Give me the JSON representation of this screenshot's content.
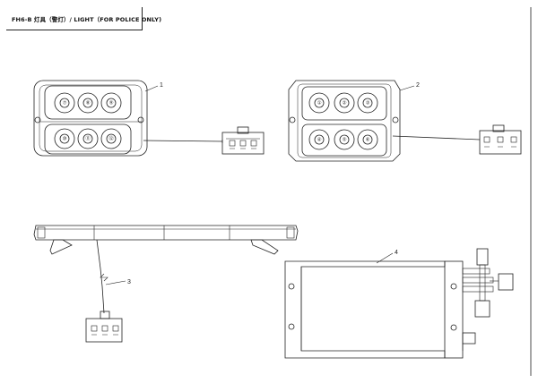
{
  "title": "FH6-B 灯具（警灯）/ LIGHT（FOR POLICE ONLY)",
  "callouts": {
    "light_left": "1",
    "light_right": "2",
    "lightbar_cable": "3",
    "bracket": "4"
  },
  "left_light": {
    "top_row": [
      "⑦",
      "⑧",
      "⑨"
    ],
    "bottom_row": [
      "⑩",
      "⑪",
      "⑫"
    ]
  },
  "right_light": {
    "top_row": [
      "①",
      "②",
      "③"
    ],
    "bottom_row": [
      "④",
      "⑤",
      "⑥"
    ]
  }
}
